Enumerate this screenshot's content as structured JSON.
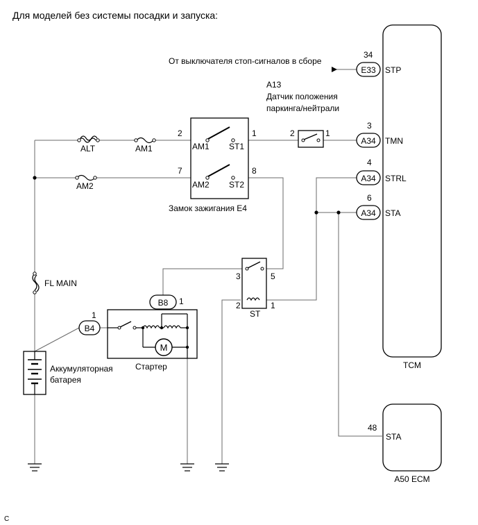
{
  "title": "Для моделей без системы посадки и запуска:",
  "corner_mark": "C",
  "from_stop_switch": "От выключателя стоп-сигналов в сборе",
  "park_sensor": {
    "code": "A13",
    "line1": "Датчик положения",
    "line2": "паркинга/нейтрали",
    "pin_left": "2",
    "pin_right": "1"
  },
  "fuses": {
    "alt": "ALT",
    "am1": "AM1",
    "am2": "AM2",
    "fl_main": "FL MAIN"
  },
  "ignition": {
    "label": "Замок зажигания E4",
    "am1": "AM1",
    "st1": "ST1",
    "am2": "AM2",
    "st2": "ST2",
    "pin_am1": "2",
    "pin_st1": "1",
    "pin_am2": "7",
    "pin_st2": "8"
  },
  "relay": {
    "label": "ST",
    "pin3": "3",
    "pin5": "5",
    "pin2": "2",
    "pin1": "1"
  },
  "starter": {
    "label": "Стартер",
    "motor": "M",
    "conn_b8": "B8",
    "conn_b8_pin": "1",
    "conn_b4": "B4",
    "conn_b4_pin": "1"
  },
  "battery": {
    "line1": "Аккумуляторная",
    "line2": "батарея"
  },
  "tcm": {
    "label": "TCM",
    "pins": [
      {
        "num": "34",
        "conn": "E33",
        "name": "STP"
      },
      {
        "num": "3",
        "conn": "A34",
        "name": "TMN"
      },
      {
        "num": "4",
        "conn": "A34",
        "name": "STRL"
      },
      {
        "num": "6",
        "conn": "A34",
        "name": "STA"
      }
    ]
  },
  "ecm": {
    "label": "A50  ECM",
    "pin_num": "48",
    "pin_name": "STA"
  }
}
